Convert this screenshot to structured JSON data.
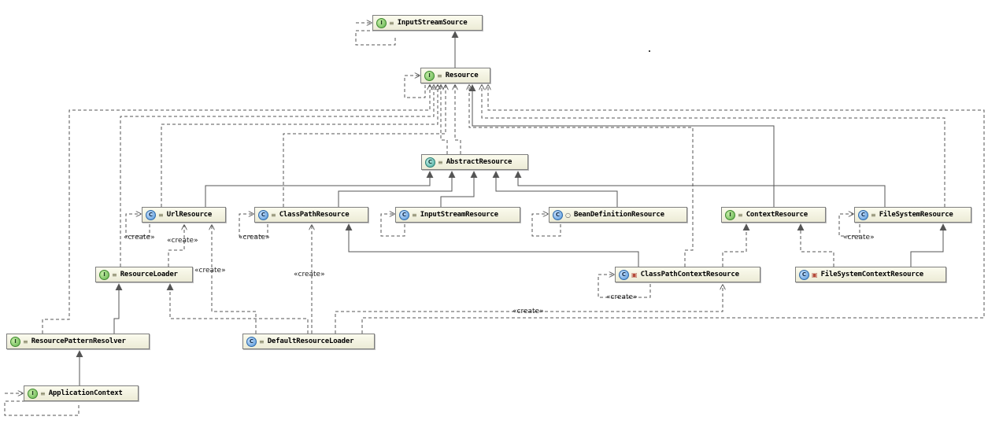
{
  "diagram": {
    "nodes": {
      "inputstreamsource": {
        "label": "InputStreamSource",
        "badge": "I",
        "kind": "interface",
        "modifier": "public-icon"
      },
      "resource": {
        "label": "Resource",
        "badge": "I",
        "kind": "interface",
        "modifier": "public-icon"
      },
      "abstractresource": {
        "label": "AbstractResource",
        "badge": "C",
        "kind": "abstract-class",
        "modifier": "public-icon"
      },
      "urlresource": {
        "label": "UrlResource",
        "badge": "C",
        "kind": "class",
        "modifier": "public-icon"
      },
      "classpathresource": {
        "label": "ClassPathResource",
        "badge": "C",
        "kind": "class",
        "modifier": "public-icon"
      },
      "inputstreamresource": {
        "label": "InputStreamResource",
        "badge": "C",
        "kind": "class",
        "modifier": "public-icon"
      },
      "beandefinitionresource": {
        "label": "BeanDefinitionResource",
        "badge": "C",
        "kind": "class",
        "modifier": "package-icon"
      },
      "contextresource": {
        "label": "ContextResource",
        "badge": "I",
        "kind": "interface",
        "modifier": "public-icon"
      },
      "filesystemresource": {
        "label": "FileSystemResource",
        "badge": "C",
        "kind": "class",
        "modifier": "public-icon"
      },
      "resourceloader": {
        "label": "ResourceLoader",
        "badge": "I",
        "kind": "interface",
        "modifier": "public-icon"
      },
      "classpathcontextresource": {
        "label": "ClassPathContextResource",
        "badge": "C",
        "kind": "class",
        "modifier": "private-lock-icon"
      },
      "filesystemcontextresource": {
        "label": "FileSystemContextResource",
        "badge": "C",
        "kind": "class",
        "modifier": "private-lock-icon"
      },
      "resourcepatternresolver": {
        "label": "ResourcePatternResolver",
        "badge": "I",
        "kind": "interface",
        "modifier": "public-icon"
      },
      "defaultresourceloader": {
        "label": "DefaultResourceLoader",
        "badge": "C",
        "kind": "class",
        "modifier": "public-icon"
      },
      "applicationcontext": {
        "label": "ApplicationContext",
        "badge": "I",
        "kind": "interface",
        "modifier": "public-icon"
      }
    },
    "edge_labels": {
      "create_url_self": "«create»",
      "create_url_loader": "«create»",
      "create_loader_url": "«create»",
      "create_classpath_self": "«create»",
      "create_default_classpath": "«create»",
      "create_classpathcontext_self": "«create»",
      "create_default_classpathcontext": "«create»",
      "create_filesystem_self": "«create»"
    },
    "colors": {
      "node_fill_top": "#fbfbee",
      "node_fill_bottom": "#ecebd6",
      "node_border": "#7f7f7f",
      "edge": "#555555",
      "interface_badge": "#5fb04a",
      "class_badge": "#4a8fd6",
      "abstract_badge": "#3fa89a"
    }
  }
}
